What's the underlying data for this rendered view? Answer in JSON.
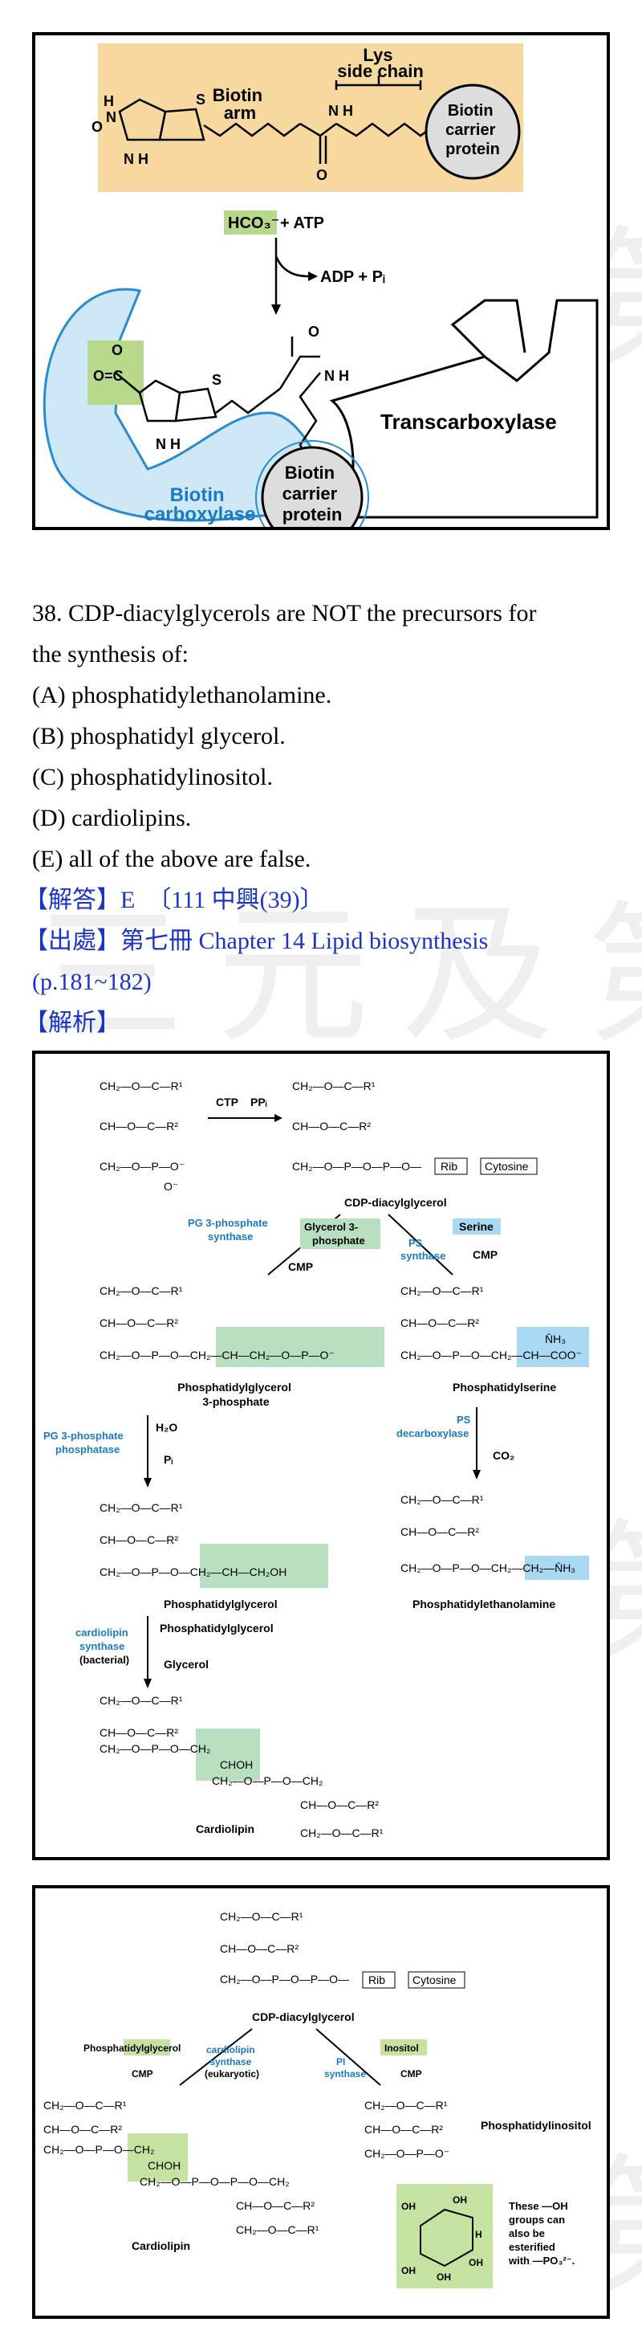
{
  "watermark": "三元及第",
  "figure1": {
    "lys_label": "Lys\nside chain",
    "biotin_arm": "Biotin\narm",
    "carrier_top": "Biotin\ncarrier\nprotein",
    "hco3": "HCO₃⁻",
    "atp": "+ ATP",
    "adp": "ADP + Pᵢ",
    "transcarboxylase": "Transcarboxylase",
    "biotin_carboxylase": "Biotin\ncarboxylase",
    "carrier_bottom": "Biotin\ncarrier\nprotein"
  },
  "question": {
    "stem_line1": "38. CDP-diacylglycerols are NOT the precursors for",
    "stem_line2": "the synthesis of:",
    "options": [
      "(A) phosphatidylethanolamine.",
      "(B) phosphatidyl glycerol.",
      "(C) phosphatidylinositol.",
      "(D) cardiolipins.",
      "(E) all of the above are false."
    ],
    "answer": "【解答】E　〔111 中興(39)〕",
    "source_line1": "【出處】第七冊  Chapter 14 Lipid biosynthesis",
    "source_line2": "(p.181~182)",
    "analysis": "【解析】"
  },
  "figure2": {
    "ctp": "CTP",
    "ppi": "PPᵢ",
    "cdp_dag": "CDP-diacylglycerol",
    "rib": "Rib",
    "cytosine": "Cytosine",
    "pg3p_synthase": "PG 3-phosphate\nsynthase",
    "g3p": "Glycerol 3-\nphosphate",
    "cmp": "CMP",
    "serine": "Serine",
    "ps_synthase": "PS\nsynthase",
    "pgp": "Phosphatidylglycerol\n3-phosphate",
    "ps": "Phosphatidylserine",
    "pgp_phosphatase": "PG 3-phosphate\nphosphatase",
    "h2o": "H₂O",
    "pi": "Pᵢ",
    "ps_decarboxylase": "PS\ndecarboxylase",
    "co2": "CO₂",
    "pg": "Phosphatidylglycerol",
    "pe": "Phosphatidylethanolamine",
    "cl_synthase_bact": "cardiolipin\nsynthase\n(bacterial)",
    "glycerol": "Glycerol",
    "cardiolipin": "Cardiolipin"
  },
  "figure3": {
    "cdp_dag": "CDP-diacylglycerol",
    "rib": "Rib",
    "cytosine": "Cytosine",
    "pg_reactant": "Phosphatidylglycerol",
    "cl_synthase_euk": "cardiolipin\nsynthase\n(eukaryotic)",
    "cmp_left": "CMP",
    "inositol": "Inositol",
    "pi_synthase": "PI\nsynthase",
    "cmp_right": "CMP",
    "cardiolipin": "Cardiolipin",
    "ptdins": "Phosphatidylinositol",
    "note": "These —OH\ngroups can\nalso be\nesterified\nwith —PO₃²⁻."
  }
}
